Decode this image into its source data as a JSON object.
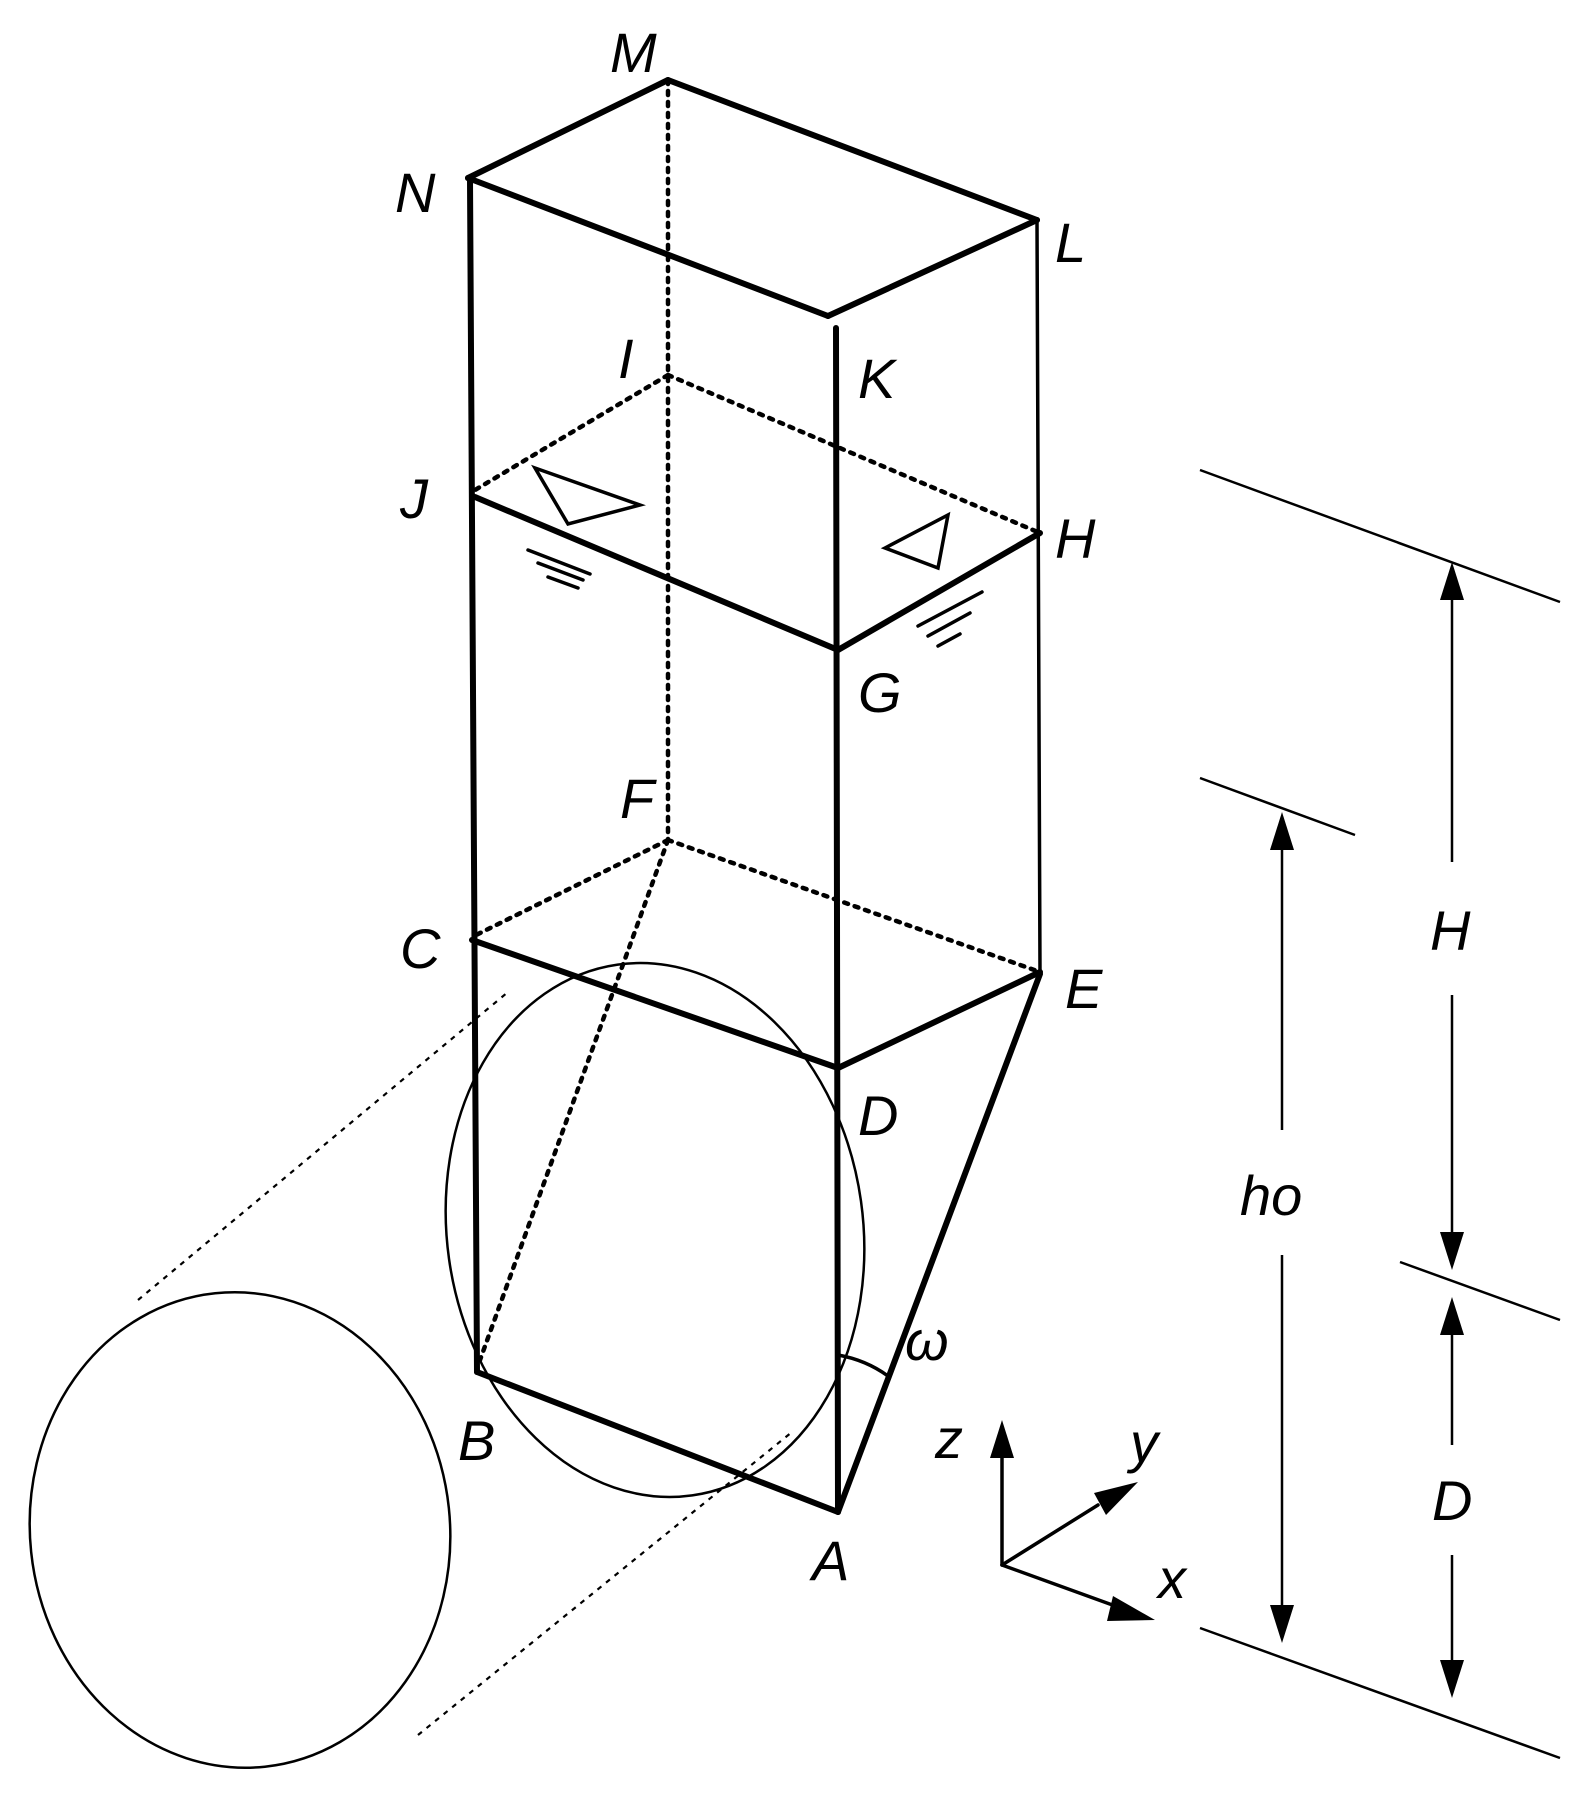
{
  "labels": {
    "M": "M",
    "N": "N",
    "L": "L",
    "I": "I",
    "K": "K",
    "J": "J",
    "H": "H",
    "G": "G",
    "F": "F",
    "C": "C",
    "E": "E",
    "D": "D",
    "B": "B",
    "A": "A",
    "omega": "ω"
  },
  "axes": {
    "z": "z",
    "y": "y",
    "x": "x"
  },
  "dimensions": {
    "H": "H",
    "ho": "ho",
    "D": "D"
  }
}
